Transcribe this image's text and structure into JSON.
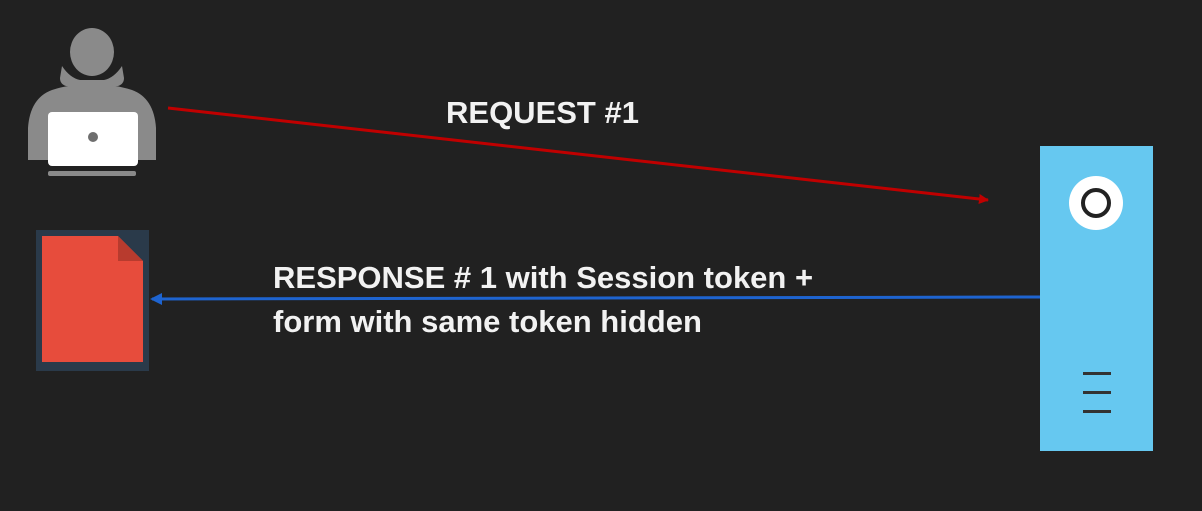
{
  "labels": {
    "request": "REQUEST #1",
    "response_line1": "RESPONSE # 1 with Session token +",
    "response_line2": "form with same token hidden"
  },
  "icons": {
    "client": "user-at-laptop-icon",
    "document": "document-file-icon",
    "server": "server-tower-icon"
  },
  "colors": {
    "background": "#212121",
    "request_arrow": "#c00000",
    "response_arrow": "#1565c0",
    "server": "#66c8f0",
    "document": "#e74c3c",
    "user": "#8a8a8a"
  }
}
